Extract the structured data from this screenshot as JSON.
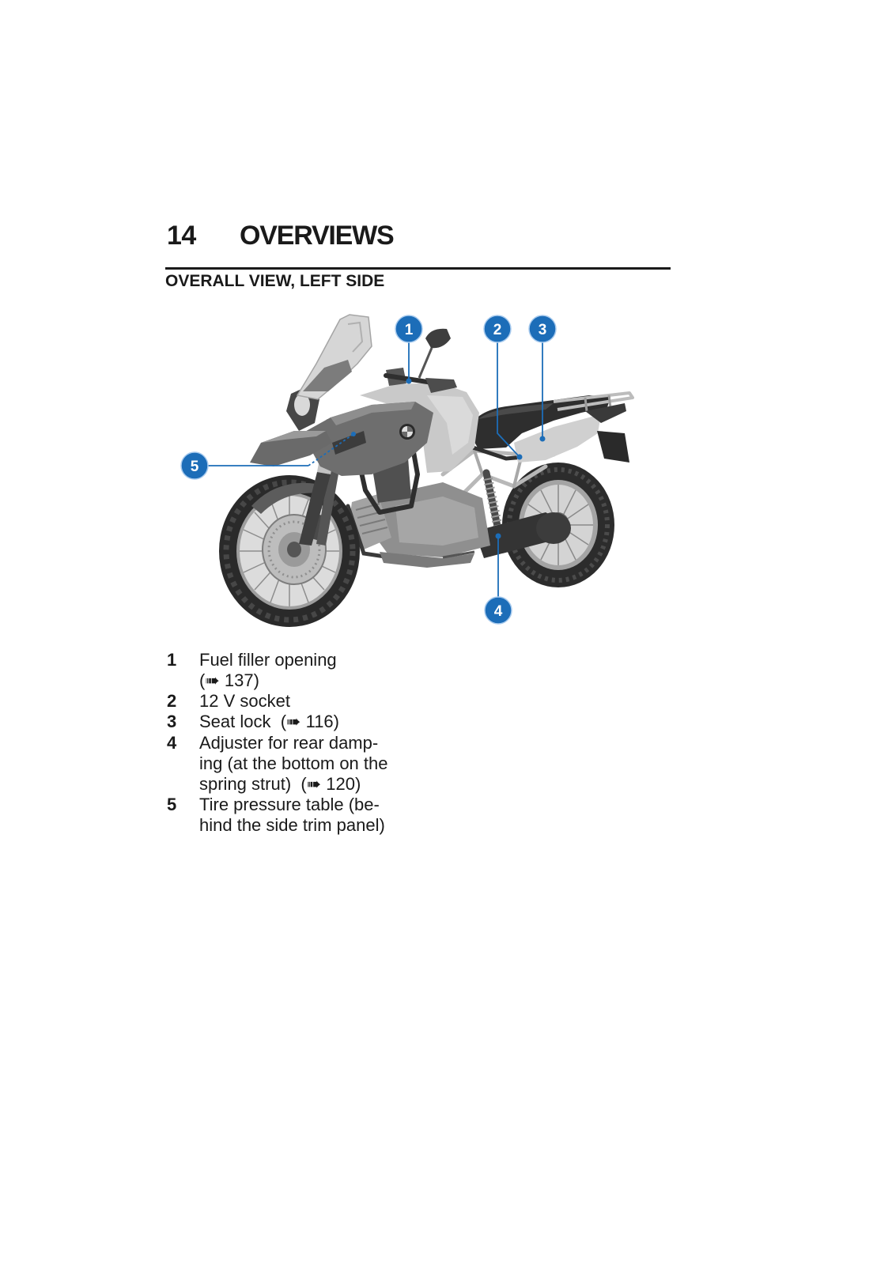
{
  "page": {
    "number": "14",
    "chapter": "OVERVIEWS"
  },
  "section": {
    "title": "OVERALL VIEW, LEFT SIDE"
  },
  "figure": {
    "callouts": [
      "1",
      "2",
      "3",
      "4",
      "5"
    ],
    "callout_color": "#1c6db8"
  },
  "legend": [
    {
      "number": "1",
      "lines": [
        "Fuel filler opening",
        "(➠ 137)"
      ]
    },
    {
      "number": "2",
      "lines": [
        "12 V socket"
      ]
    },
    {
      "number": "3",
      "lines": [
        "Seat lock  (➠ 116)"
      ]
    },
    {
      "number": "4",
      "lines": [
        "Adjuster for rear damp-",
        "ing (at the bottom on the",
        "spring strut)  (➠ 120)"
      ]
    },
    {
      "number": "5",
      "lines": [
        "Tire pressure table (be-",
        "hind the side trim panel)"
      ]
    }
  ]
}
